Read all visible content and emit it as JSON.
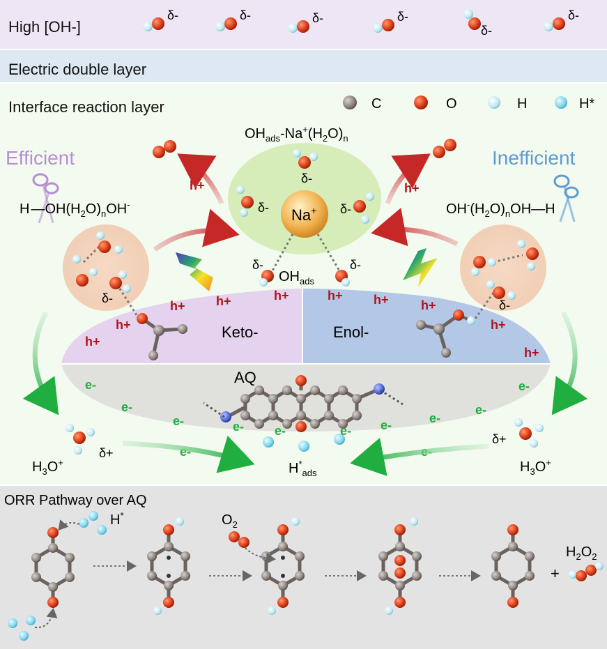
{
  "bands": {
    "high_oh": "High [OH-]",
    "edl": "Electric double layer",
    "irl": "Interface reaction layer"
  },
  "legend": [
    {
      "label": "C",
      "color": "#8e8580"
    },
    {
      "label": "O",
      "color": "#e0401c"
    },
    {
      "label": "H",
      "color": "#bfe9f2"
    },
    {
      "label": "H*",
      "color": "#7fd6ec"
    }
  ],
  "labels": {
    "delta_minus": "δ-",
    "delta_plus": "δ+",
    "na_complex": "OHads-Na+(H2O)n",
    "na_ion": "Na+",
    "ohads": "OHads",
    "efficient": "Efficient",
    "inefficient": "Inefficient",
    "left_formula": "H—OH(H2O)nOH-",
    "right_formula": "OH-(H2O)nOH—H",
    "hole": "h+",
    "electron": "e-",
    "keto": "Keto-",
    "enol": "Enol-",
    "aq": "AQ",
    "h3o": "H3O+",
    "hads": "H*ads"
  },
  "orr": {
    "title": "ORR Pathway over AQ",
    "h_star": "H*",
    "o2": "O2",
    "h2o2": "H2O2",
    "plus": "+"
  },
  "colors": {
    "band_top": "#efe6f5",
    "band_edl": "#dde8f2",
    "band_irl": "#f3faef",
    "orr_bg": "#e3e3e3",
    "efficient": "#b68fd4",
    "inefficient": "#5f9bd1",
    "hole": "#b0141a",
    "electron": "#1fae3f",
    "keto_fill": "#e4d2ee",
    "enol_fill": "#b3c7e6",
    "aq_fill": "#e0e0dc",
    "na_ellipse": "#d6ecb9"
  }
}
